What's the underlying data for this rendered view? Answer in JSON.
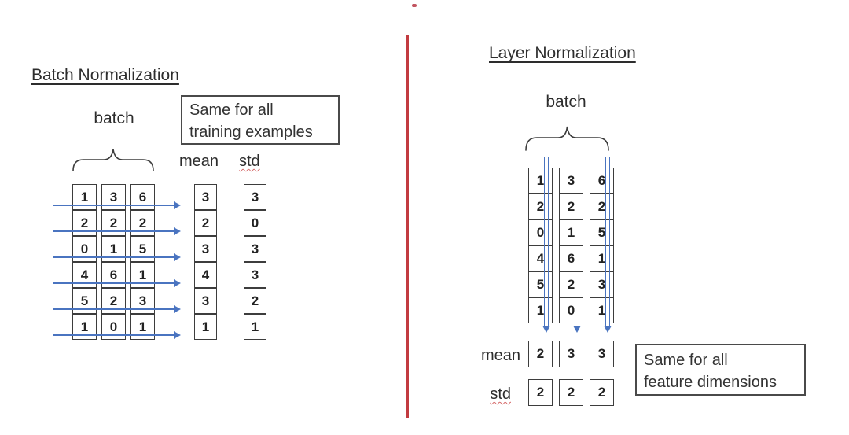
{
  "slide": {
    "left_panel": {
      "title": "Batch Normalization",
      "batch_label": "batch",
      "note": [
        "Same for all",
        "training examples"
      ],
      "mean_label": "mean",
      "std_label": "std",
      "matrix": [
        [
          1,
          3,
          6
        ],
        [
          2,
          2,
          2
        ],
        [
          0,
          1,
          5
        ],
        [
          4,
          6,
          1
        ],
        [
          5,
          2,
          3
        ],
        [
          1,
          0,
          1
        ]
      ],
      "mean": [
        3,
        2,
        3,
        4,
        3,
        1
      ],
      "std": [
        3,
        0,
        3,
        3,
        2,
        1
      ]
    },
    "right_panel": {
      "title": "Layer Normalization",
      "batch_label": "batch",
      "note": [
        "Same for all",
        "feature dimensions"
      ],
      "mean_label": "mean",
      "std_label": "std",
      "matrix": [
        [
          1,
          3,
          6
        ],
        [
          2,
          2,
          2
        ],
        [
          0,
          1,
          5
        ],
        [
          4,
          6,
          1
        ],
        [
          5,
          2,
          3
        ],
        [
          1,
          0,
          1
        ]
      ],
      "mean": [
        2,
        3,
        3
      ],
      "std": [
        2,
        2,
        2
      ]
    },
    "colors": {
      "arrow-blue": "#4a74c0",
      "divider-red": "#c23b40",
      "ink": "#2d2d2d"
    }
  }
}
